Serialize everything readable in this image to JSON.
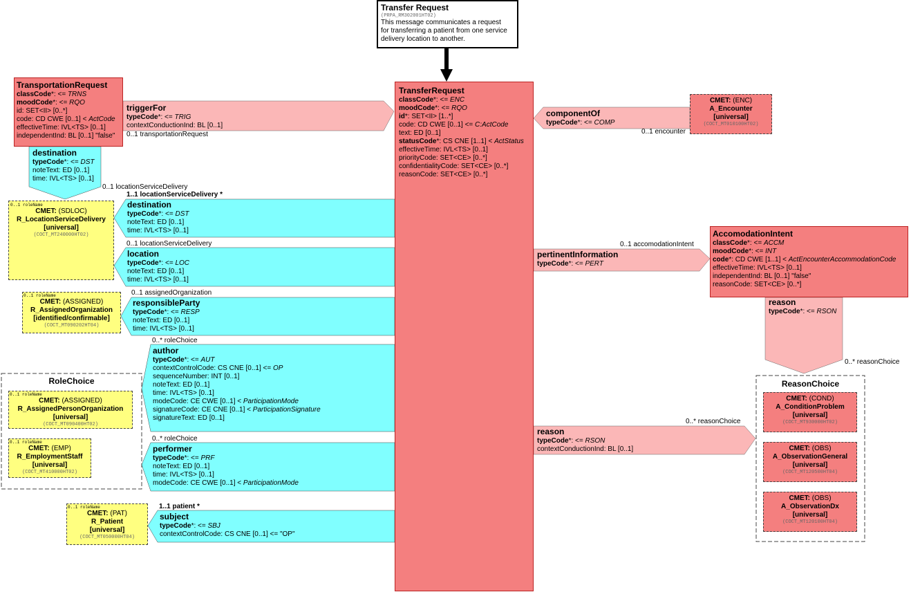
{
  "colors": {
    "act_red": "#f47f7f",
    "rel_pink": "#fbb7b7",
    "participation_cyan": "#80ffff",
    "role_yellow": "#ffff80"
  },
  "header": {
    "title": "Transfer Request",
    "id": "(PRPA_RM302001HT02)",
    "description": [
      "This message communicates a request",
      "for transferring a patient from one service",
      "delivery location to another."
    ]
  },
  "transfer": {
    "title": "TransferRequest",
    "rows": [
      [
        "classCode",
        "*: <= ",
        "ENC"
      ],
      [
        "moodCode",
        "*: <= ",
        "RQO"
      ],
      [
        "id",
        "*: SET<II> [1..*]",
        ""
      ],
      [
        "",
        "code: CD CWE [0..1] <= ",
        "C:ActCode"
      ],
      [
        "",
        "text: ED [0..1]",
        ""
      ],
      [
        "statusCode",
        "*: CS CNE [1..1] < ",
        "ActStatus"
      ],
      [
        "",
        "effectiveTime: IVL<TS> [0..1]",
        ""
      ],
      [
        "",
        "priorityCode: SET<CE> [0..*]",
        ""
      ],
      [
        "",
        "confidentialityCode: SET<CE> [0..*]",
        ""
      ],
      [
        "",
        "reasonCode: SET<CE> [0..*]",
        ""
      ]
    ]
  },
  "transport": {
    "title": "TransportationRequest",
    "rows": [
      [
        "classCode",
        "*: <= ",
        "TRNS"
      ],
      [
        "moodCode",
        "*: <= ",
        "RQO"
      ],
      [
        "",
        "id: SET<II> [0..*]",
        ""
      ],
      [
        "",
        "code: CD CWE [0..1] < ",
        "ActCode"
      ],
      [
        "",
        "effectiveTime: IVL<TS> [0..1]",
        ""
      ],
      [
        "",
        "independentInd: BL [0..1] \"false\"",
        ""
      ]
    ]
  },
  "trigger_for": {
    "title": "triggerFor",
    "type_code": "TRIG",
    "extra": "contextConductionInd: BL [0..1]",
    "card": "0..1 transportationRequest"
  },
  "dest_small": {
    "title": "destination",
    "type_code": "DST",
    "rows": [
      "noteText: ED [0..1]",
      "time: IVL<TS> [0..1]"
    ],
    "card": "0..1 locationServiceDelivery"
  },
  "component_of": {
    "title": "componentOf",
    "type_code": "COMP",
    "card": "0..1 encounter"
  },
  "encounter": {
    "cmet": "CMET:",
    "code": "(ENC)",
    "name": "A_Encounter",
    "flavor": "[universal]",
    "id": "(COCT_MT010100HT02)"
  },
  "destination": {
    "title": "destination",
    "type_code": "DST",
    "rows": [
      "noteText: ED [0..1]",
      "time: IVL<TS> [0..1]"
    ],
    "card": "1..1 locationServiceDelivery  *"
  },
  "location": {
    "title": "location",
    "type_code": "LOC",
    "rows": [
      "noteText: ED [0..1]",
      "time: IVL<TS> [0..1]"
    ],
    "card": "0..1 locationServiceDelivery"
  },
  "sdloc": {
    "role": "0..1 roleName",
    "cmet": "CMET:",
    "code": "(SDLOC)",
    "name": "R_LocationServiceDelivery",
    "flavor": "[universal]",
    "id": "(COCT_MT240000HT02)"
  },
  "resp": {
    "title": "responsibleParty",
    "type_code": "RESP",
    "rows": [
      "noteText: ED [0..1]",
      "time: IVL<TS> [0..1]"
    ],
    "card": "0..1 assignedOrganization"
  },
  "assigned_org": {
    "role": "0..1 roleName",
    "cmet": "CMET:",
    "code": "(ASSIGNED)",
    "name": "R_AssignedOrganization",
    "flavor": "[identified/confirmable]",
    "id": "(COCT_MT090202HT04)"
  },
  "author": {
    "title": "author",
    "type_code": "AUT",
    "card": "0..* roleChoice",
    "rows": [
      [
        "contextControlCode: CS CNE [0..1] <= ",
        "OP"
      ],
      [
        "sequenceNumber: INT [0..1]",
        ""
      ],
      [
        "noteText: ED [0..1]",
        ""
      ],
      [
        "time: IVL<TS> [0..1]",
        ""
      ],
      [
        "modeCode: CE CWE [0..1] < ",
        "ParticipationMode"
      ],
      [
        "signatureCode: CE CNE [0..1] < ",
        "ParticipationSignature"
      ],
      [
        "signatureText: ED [0..1]",
        ""
      ]
    ]
  },
  "performer": {
    "title": "performer",
    "type_code": "PRF",
    "card": "0..* roleChoice",
    "rows": [
      [
        "noteText: ED [0..1]",
        ""
      ],
      [
        "time: IVL<TS> [0..1]",
        ""
      ],
      [
        "modeCode: CE CWE [0..1] < ",
        "ParticipationMode"
      ]
    ]
  },
  "role_choice": {
    "title": "RoleChoice",
    "apo": {
      "role": "0..1 roleName",
      "cmet": "CMET:",
      "code": "(ASSIGNED)",
      "name": "R_AssignedPersonOrganization",
      "flavor": "[universal]",
      "id": "(COCT_MT090400HT02)"
    },
    "emp": {
      "role": "0..1 roleName",
      "cmet": "CMET:",
      "code": "(EMP)",
      "name": "R_EmploymentStaff",
      "flavor": "[universal]",
      "id": "(COCT_MT410000HT02)"
    }
  },
  "subject": {
    "title": "subject",
    "type_code": "SBJ",
    "extra": "contextControlCode: CS CNE [0..1] <= \"OP\"",
    "card": "1..1 patient  *"
  },
  "patient": {
    "role": "0..1 roleName",
    "cmet": "CMET:",
    "code": "(PAT)",
    "name": "R_Patient",
    "flavor": "[universal]",
    "id": "(COCT_MT050000HT04)"
  },
  "pertinent": {
    "title": "pertinentInformation",
    "type_code": "PERT",
    "card": "0..1 accomodationIntent"
  },
  "accomodation": {
    "title": "AccomodationIntent",
    "rows": [
      [
        "classCode",
        "*: <= ",
        "ACCM"
      ],
      [
        "moodCode",
        "*: <= ",
        "INT"
      ],
      [
        "code",
        "*: CD CWE [1..1] < ",
        "ActEncounterAccommodationCode"
      ],
      [
        "",
        "effectiveTime: IVL<TS> [0..1]",
        ""
      ],
      [
        "",
        "independentInd: BL [0..1] \"false\"",
        ""
      ],
      [
        "",
        "reasonCode: SET<CE> [0..*]",
        ""
      ]
    ]
  },
  "acc_reason": {
    "title": "reason",
    "type_code": "RSON",
    "card": "0..* reasonChoice"
  },
  "reason": {
    "title": "reason",
    "type_code": "RSON",
    "extra": "contextConductionInd: BL [0..1]",
    "card": "0..* reasonChoice"
  },
  "reason_choice": {
    "title": "ReasonChoice",
    "items": [
      {
        "cmet": "CMET:",
        "code": "(COND)",
        "name": "A_ConditionProblem",
        "flavor": "[universal]",
        "id": "(COCT_MT930000HT02)"
      },
      {
        "cmet": "CMET:",
        "code": "(OBS)",
        "name": "A_ObservationGeneral",
        "flavor": "[universal]",
        "id": "(COCT_MT120500HT04)"
      },
      {
        "cmet": "CMET:",
        "code": "(OBS)",
        "name": "A_ObservationDx",
        "flavor": "[universal]",
        "id": "(COCT_MT120100HT04)"
      }
    ]
  },
  "labels": {
    "typeCode": "typeCode",
    "typeCodeSuffix": "*: <= "
  }
}
